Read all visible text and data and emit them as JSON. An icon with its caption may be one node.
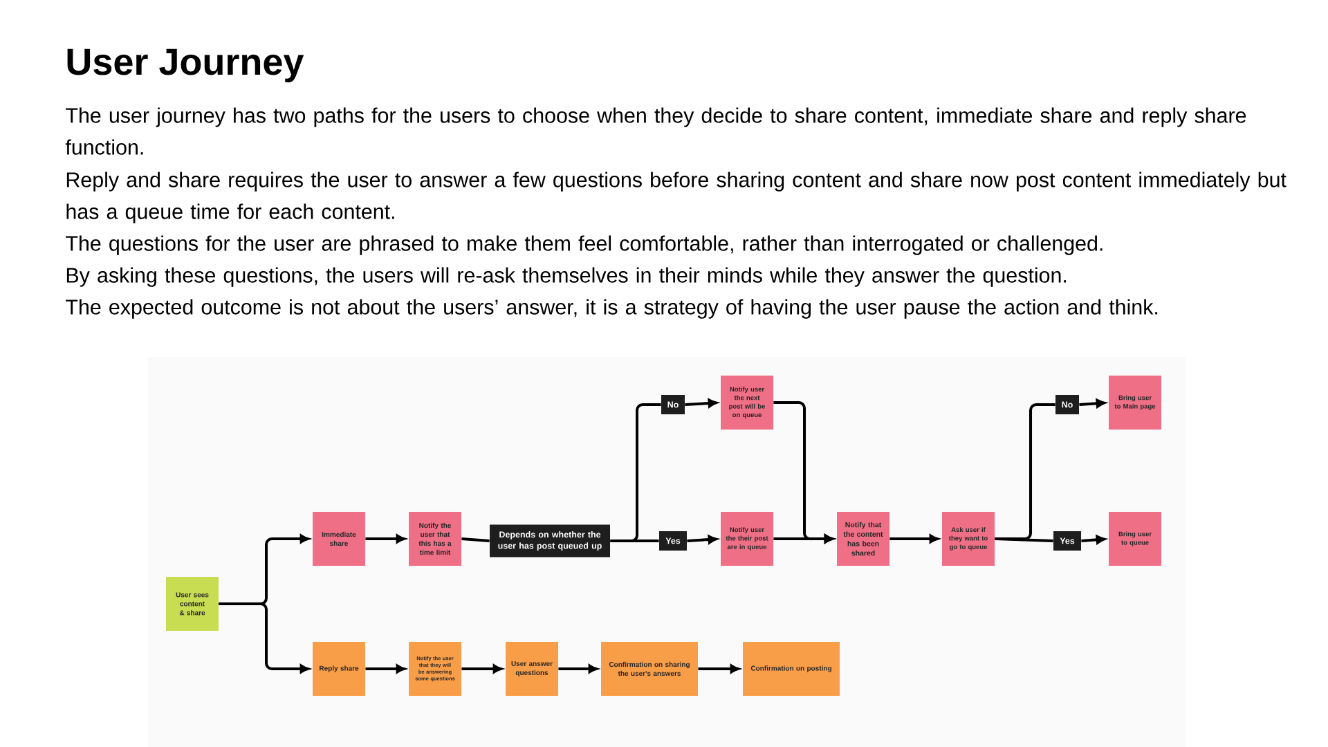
{
  "diagram": {
    "title": "User Journey",
    "nodes": [
      {
        "text": [
          "User sees content & share"
        ]
      },
      {
        "text": [
          "Immediate share"
        ]
      },
      {
        "text": [
          "Notify the user that this has a time limit"
        ]
      },
      {
        "text": [
          "Depends on whether the user has post queued up"
        ]
      },
      {
        "text": [
          "No"
        ]
      },
      {
        "text": [
          "Notify user the next post will be on queue"
        ]
      },
      {
        "text": [
          "Yes"
        ]
      },
      {
        "text": [
          "Notify user the their post are in queue"
        ]
      },
      {
        "text": [
          "Notify that the content has been shared"
        ]
      },
      {
        "text": [
          "Ask user if they want to go to queue"
        ]
      },
      {
        "text": [
          "No"
        ]
      },
      {
        "text": [
          "Bring user to Main page"
        ]
      },
      {
        "text": [
          "Yes"
        ]
      },
      {
        "text": [
          "Bring user to queue"
        ]
      },
      {
        "text": [
          "Reply share"
        ]
      },
      {
        "text": [
          "Notify the user that they will be answering some questions"
        ]
      },
      {
        "text": [
          "User answer questions"
        ]
      },
      {
        "text": [
          "Confirmation on sharing the user's answers"
        ]
      },
      {
        "text": [
          "Confirmation on posting"
        ]
      }
    ],
    "edges": [
      {
        "from": 0,
        "to": 1,
        "arrow": "to"
      },
      {
        "from": 0,
        "to": 14,
        "arrow": "to"
      },
      {
        "from": 1,
        "to": 2,
        "arrow": "to"
      },
      {
        "from": 2,
        "to": 3,
        "arrow": "none"
      },
      {
        "from": 3,
        "to": 4,
        "arrow": "none"
      },
      {
        "from": 3,
        "to": 6,
        "arrow": "none"
      },
      {
        "from": 4,
        "to": 5,
        "arrow": "to"
      },
      {
        "from": 6,
        "to": 7,
        "arrow": "to"
      },
      {
        "from": 5,
        "to": 8,
        "arrow": "to"
      },
      {
        "from": 7,
        "to": 8,
        "arrow": "to"
      },
      {
        "from": 8,
        "to": 9,
        "arrow": "to"
      },
      {
        "from": 9,
        "to": 10,
        "arrow": "none"
      },
      {
        "from": 9,
        "to": 12,
        "arrow": "none"
      },
      {
        "from": 10,
        "to": 11,
        "arrow": "to"
      },
      {
        "from": 12,
        "to": 13,
        "arrow": "to"
      },
      {
        "from": 14,
        "to": 15,
        "arrow": "to"
      },
      {
        "from": 15,
        "to": 16,
        "arrow": "to"
      },
      {
        "from": 16,
        "to": 17,
        "arrow": "to"
      },
      {
        "from": 17,
        "to": 18,
        "arrow": "to"
      }
    ],
    "labels": [
      "The user journey has two paths for the users to choose when they decide to share content, immediate share and reply share function.",
      "Reply and share requires the user to answer a few questions before sharing content and share now post content immediately but has a queue time for each content.",
      "The questions for the user are phrased to make them feel comfortable, rather than interrogated or challenged.",
      "By asking these questions, the users will re-ask themselves in their minds while they answer the question.",
      "The expected outcome is not about the users’ answer, it is a strategy of having the user pause the action and think."
    ]
  }
}
